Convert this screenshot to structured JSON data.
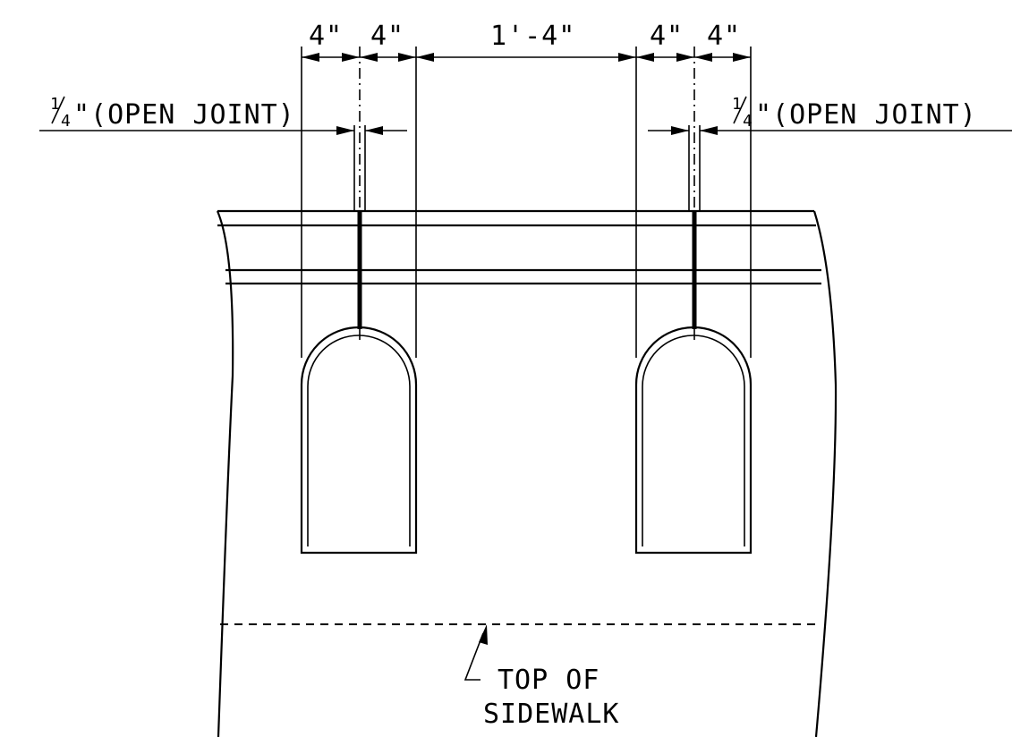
{
  "dimensions": {
    "left_outer": "4\"",
    "left_inner": "4\"",
    "center": "1'-4\"",
    "right_inner": "4\"",
    "right_outer": "4\""
  },
  "joint_note": {
    "fraction_num": "1",
    "fraction_den": "4",
    "text": "\"(OPEN JOINT)"
  },
  "sidewalk_note": {
    "line1": "TOP OF",
    "line2": "SIDEWALK"
  }
}
